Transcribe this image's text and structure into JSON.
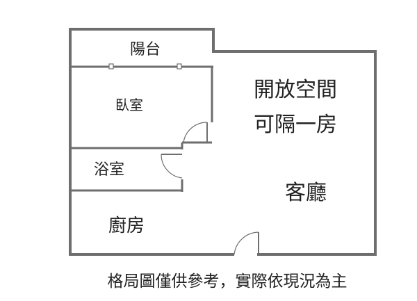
{
  "rooms": {
    "balcony": "陽台",
    "bedroom": "臥室",
    "open_space_line1": "開放空間",
    "open_space_line2": "可隔一房",
    "bathroom": "浴室",
    "living_room": "客廳",
    "kitchen": "廚房"
  },
  "disclaimer": "格局圖僅供參考，實際依現況為主"
}
